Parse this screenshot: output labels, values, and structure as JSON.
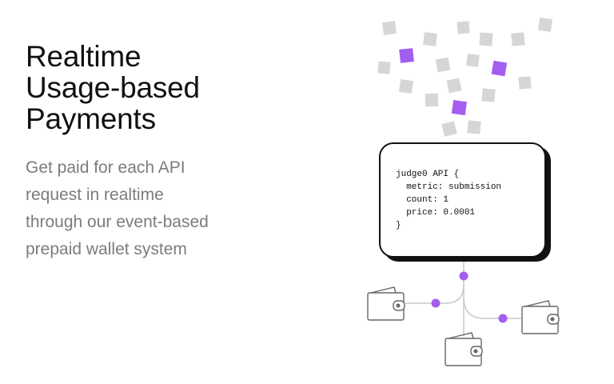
{
  "hero": {
    "headline": [
      "Realtime",
      "Usage-based",
      "Payments"
    ],
    "subtext": [
      "Get paid for each API",
      "request in realtime",
      "through our event-based",
      "prepaid wallet system"
    ]
  },
  "code_card": {
    "lines": [
      "judge0 API {",
      "  metric: submission",
      "  count: 1",
      "  price: 0.0001",
      "}"
    ]
  },
  "colors": {
    "accent_purple": "#a35ef0",
    "square_gray": "#d6d6d6",
    "text_dark": "#111111",
    "text_muted": "#7c7c7c"
  },
  "icons": [
    "wallet-icon",
    "wallet-icon",
    "wallet-icon"
  ]
}
